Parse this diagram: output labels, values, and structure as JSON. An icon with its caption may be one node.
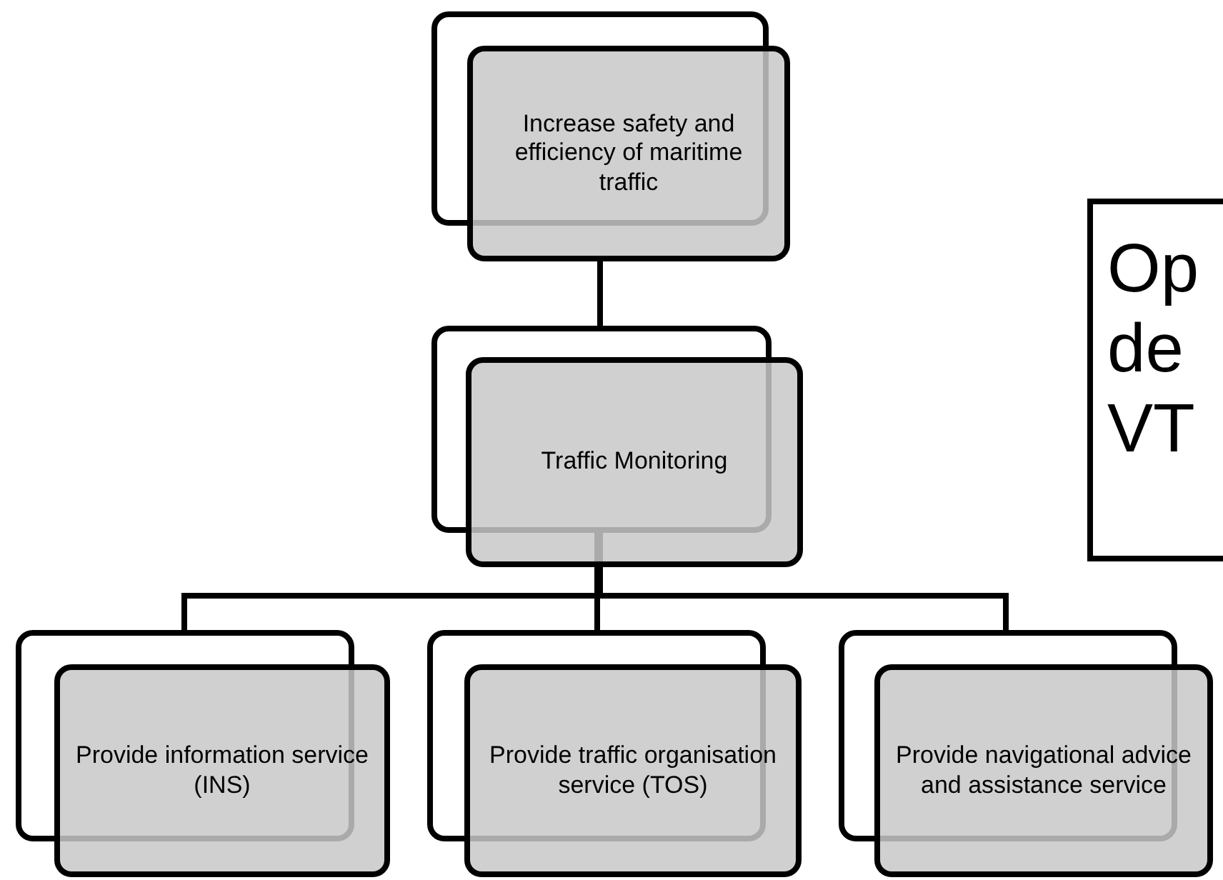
{
  "diagram": {
    "nodes": [
      {
        "text": [
          "Increase safety and efficiency of maritime traffic"
        ]
      },
      {
        "text": [
          "Traffic Monitoring"
        ]
      },
      {
        "text": [
          "Provide information service (INS)"
        ]
      },
      {
        "text": [
          "Provide traffic organisation service (TOS)"
        ]
      },
      {
        "text": [
          "Provide navigational advice and assistance service"
        ]
      },
      {
        "text": [
          "Op de VT"
        ]
      }
    ],
    "edges": [
      {
        "from": 0,
        "to": 1,
        "arrow": "none"
      },
      {
        "from": 1,
        "to": 2,
        "arrow": "none"
      },
      {
        "from": 1,
        "to": 3,
        "arrow": "none"
      },
      {
        "from": 1,
        "to": 4,
        "arrow": "none"
      }
    ]
  }
}
